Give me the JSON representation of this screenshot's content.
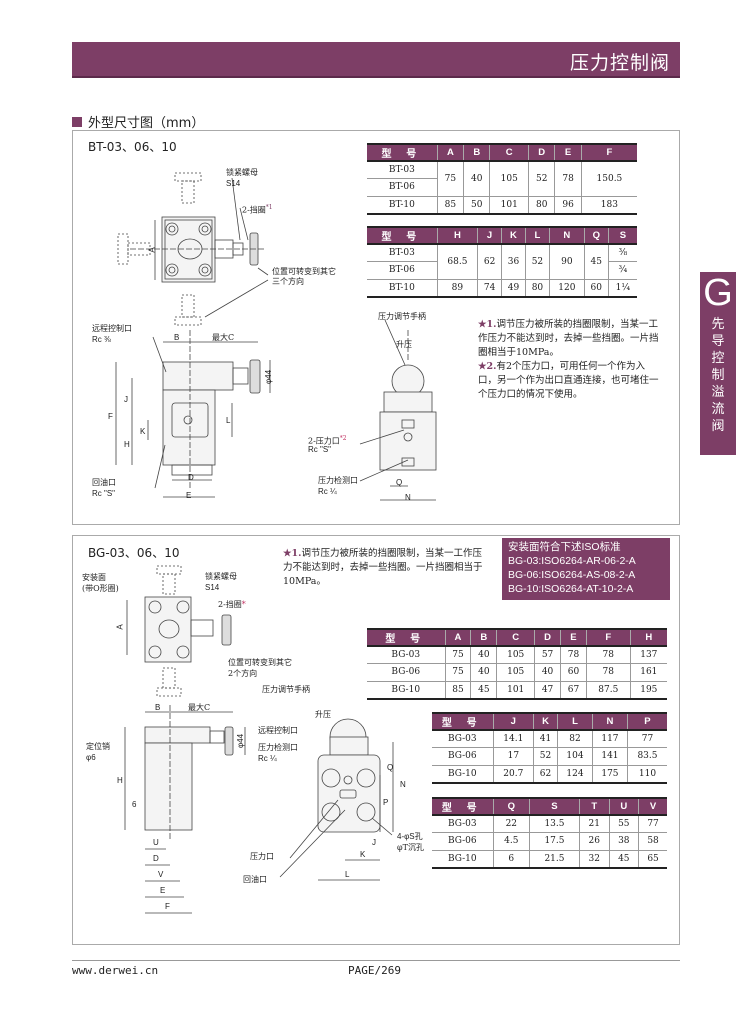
{
  "header": {
    "title": "压力控制阀"
  },
  "section": {
    "title": "外型尺寸图（mm）"
  },
  "side_tab": {
    "letter": "G",
    "label": "先导控制溢流阀"
  },
  "bt": {
    "title": "BT-03、06、10",
    "table1": {
      "header": [
        "型 号",
        "A",
        "B",
        "C",
        "D",
        "E",
        "F"
      ],
      "rows": [
        [
          "BT-03",
          "75",
          "40",
          "105",
          "52",
          "78",
          "150.5"
        ],
        [
          "BT-06",
          null,
          null,
          null,
          null,
          null,
          null
        ],
        [
          "BT-10",
          "85",
          "50",
          "101",
          "80",
          "96",
          "183"
        ]
      ]
    },
    "table2": {
      "header": [
        "型 号",
        "H",
        "J",
        "K",
        "L",
        "N",
        "Q",
        "S"
      ],
      "rows": [
        [
          "BT-03",
          "68.5",
          "62",
          "36",
          "52",
          "90",
          "45",
          "⅜"
        ],
        [
          "BT-06",
          null,
          null,
          null,
          null,
          null,
          null,
          "¾"
        ],
        [
          "BT-10",
          "89",
          "74",
          "49",
          "80",
          "120",
          "60",
          "1¼"
        ]
      ]
    },
    "notes": [
      {
        "mark": "★1.",
        "text": "调节压力被所装的挡圈限制，当某一工作压力不能达到时，去掉一些挡圈。一片挡圈相当于10MPa。"
      },
      {
        "mark": "★2.",
        "text": "有2个压力口，可用任何一个作为入口，另一个作为出口直通连接，也可堵住一个压力口的情况下使用。"
      }
    ],
    "labels": {
      "lock_nut": "锁紧螺母",
      "s14": "S14",
      "retainer": "2-挡圈",
      "star1": "*1",
      "rotate1": "位置可转变到其它",
      "rotate2": "三个方向",
      "remote": "远程控制口",
      "rc38": "Rc ⅜",
      "max_c": "最大C",
      "b": "B",
      "phi44": "φ44",
      "a": "A",
      "f": "F",
      "j": "J",
      "h": "H",
      "k": "K",
      "l": "L",
      "d": "D",
      "e": "E",
      "return": "回油口",
      "rcs": "Rc \"S\"",
      "handle": "压力调节手柄",
      "raise": "升压",
      "pport": "2-压力口",
      "star2": "*2",
      "rcs2": "Rc \"S\"",
      "gauge": "压力检测口",
      "rc14": "Rc ¼",
      "q": "Q",
      "n": "N"
    }
  },
  "bg": {
    "title": "BG-03、06、10",
    "note": {
      "mark": "★1.",
      "text": "调节压力被所装的挡圈限制，当某一工作压力不能达到时，去掉一些挡圈。一片挡圈相当于10MPa。"
    },
    "iso": [
      "安装面符合下述ISO标准",
      "BG-03:ISO6264-AR-06-2-A",
      "BG-06:ISO6264-AS-08-2-A",
      "BG-10:ISO6264-AT-10-2-A"
    ],
    "table1": {
      "header": [
        "型 号",
        "A",
        "B",
        "C",
        "D",
        "E",
        "F",
        "H"
      ],
      "rows": [
        [
          "BG-03",
          "75",
          "40",
          "105",
          "57",
          "78",
          "78",
          "137"
        ],
        [
          "BG-06",
          "75",
          "40",
          "105",
          "40",
          "60",
          "78",
          "161"
        ],
        [
          "BG-10",
          "85",
          "45",
          "101",
          "47",
          "67",
          "87.5",
          "195"
        ]
      ]
    },
    "table2": {
      "header": [
        "型 号",
        "J",
        "K",
        "L",
        "N",
        "P"
      ],
      "rows": [
        [
          "BG-03",
          "14.1",
          "41",
          "82",
          "117",
          "77"
        ],
        [
          "BG-06",
          "17",
          "52",
          "104",
          "141",
          "83.5"
        ],
        [
          "BG-10",
          "20.7",
          "62",
          "124",
          "175",
          "110"
        ]
      ]
    },
    "table3": {
      "header": [
        "型 号",
        "Q",
        "S",
        "T",
        "U",
        "V"
      ],
      "rows": [
        [
          "BG-03",
          "22",
          "13.5",
          "21",
          "55",
          "77"
        ],
        [
          "BG-06",
          "4.5",
          "17.5",
          "26",
          "38",
          "58"
        ],
        [
          "BG-10",
          "6",
          "21.5",
          "32",
          "45",
          "65"
        ]
      ]
    },
    "labels": {
      "mount1": "安装面",
      "mount2": "(带O形圈)",
      "lock_nut": "锁紧螺母",
      "s14": "S14",
      "retainer": "2-挡圈",
      "star": "*",
      "rotate1": "位置可转变到其它",
      "rotate2": "2个方向",
      "a": "A",
      "b": "B",
      "max_c": "最大C",
      "phi44": "φ44",
      "pin": "定位销",
      "phi6": "φ6",
      "h": "H",
      "six": "6",
      "u": "U",
      "d": "D",
      "v": "V",
      "e": "E",
      "f": "F",
      "handle": "压力调节手柄",
      "raise": "升压",
      "remote": "远程控制口",
      "gauge": "压力检测口",
      "rc14": "Rc ¼",
      "q": "Q",
      "n": "N",
      "p": "P",
      "holes": "4-φS孔",
      "cbore": "φT沉孔",
      "j": "J",
      "k": "K",
      "l": "L",
      "pport": "压力口",
      "return": "回油口"
    }
  },
  "footer": {
    "url": "www.derwei.cn",
    "page": "PAGE/269"
  }
}
